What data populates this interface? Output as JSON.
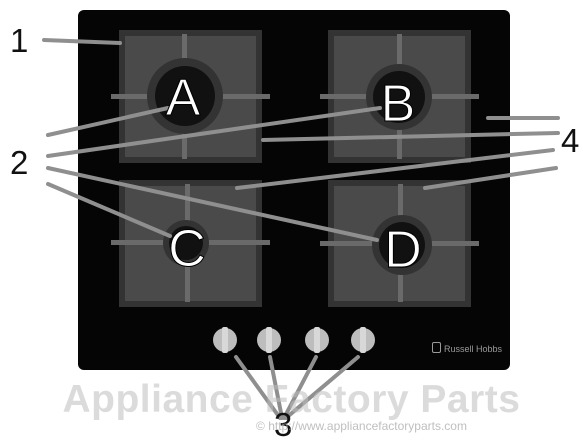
{
  "callouts": {
    "c1": "1",
    "c2": "2",
    "c3": "3",
    "c4": "4"
  },
  "burners": {
    "a": "A",
    "b": "B",
    "c": "C",
    "d": "D"
  },
  "brand": "Russell Hobbs",
  "watermark": {
    "title": "Appliance Factory Parts",
    "url": "© http://www.appliancefactoryparts.com"
  },
  "colors": {
    "hob": "#050505",
    "grate": "#4a4a4a",
    "grate_bar": "#6a6a6a",
    "knob": "#bdbdbd",
    "leader": "#8f8f8f",
    "label_text": "#ffffff"
  }
}
